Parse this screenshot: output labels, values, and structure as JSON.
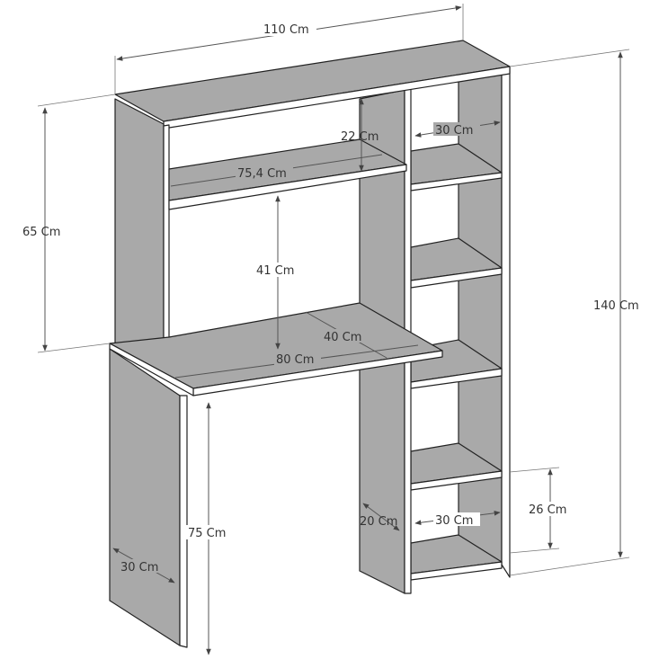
{
  "title": "Desk with hutch and side shelving - dimensions",
  "colors": {
    "panel": "#a9a9a9",
    "edge": "#ffffff",
    "line": "#222222",
    "dimension": "#555555"
  },
  "dimensions": {
    "total_width": "110 Cm",
    "top_shelf_gap": "22 Cm",
    "shelf_depth_top": "30 Cm",
    "hutch_shelf_width": "75,4 Cm",
    "hutch_height": "65 Cm",
    "hutch_opening": "41 Cm",
    "total_height": "140 Cm",
    "desk_depth": "40 Cm",
    "desk_width": "80 Cm",
    "desk_height": "75 Cm",
    "divider_depth": "20 Cm",
    "shelf_depth_bottom": "30 Cm",
    "bottom_shelf_gap": "26 Cm",
    "leg_depth": "30 Cm"
  }
}
